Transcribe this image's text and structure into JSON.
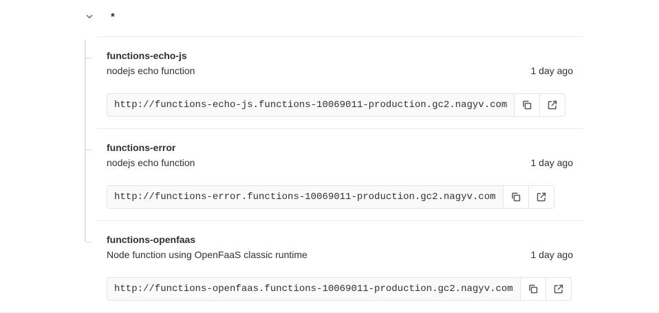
{
  "group": {
    "title": "*",
    "toggle_icon": "chevron-down-icon"
  },
  "functions": [
    {
      "name": "functions-echo-js",
      "description": "nodejs echo function",
      "age": "1 day ago",
      "url": "http://functions-echo-js.functions-10069011-production.gc2.nagyv.com",
      "copy_icon": "copy-icon",
      "open_icon": "external-link-icon"
    },
    {
      "name": "functions-error",
      "description": "nodejs echo function",
      "age": "1 day ago",
      "url": "http://functions-error.functions-10069011-production.gc2.nagyv.com",
      "copy_icon": "copy-icon",
      "open_icon": "external-link-icon"
    },
    {
      "name": "functions-openfaas",
      "description": "Node function using OpenFaaS classic runtime",
      "age": "1 day ago",
      "url": "http://functions-openfaas.functions-10069011-production.gc2.nagyv.com",
      "copy_icon": "copy-icon",
      "open_icon": "external-link-icon"
    }
  ],
  "colors": {
    "text": "#303030",
    "border": "#e3e3e3",
    "url_background": "#fafafa",
    "icon": "#666666"
  }
}
